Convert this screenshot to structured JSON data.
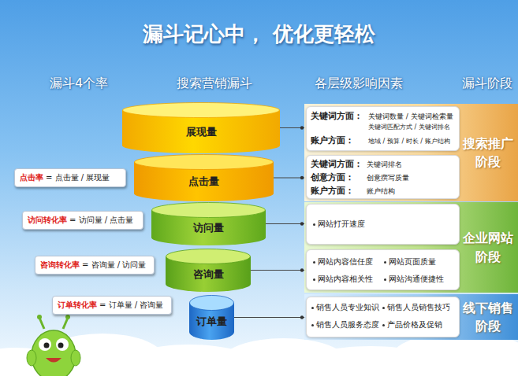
{
  "diagram": {
    "title": "漏斗记心中， 优化更轻松",
    "nodes": [
      {
        "text": [
          "展现量"
        ]
      },
      {
        "text": [
          "点击量"
        ]
      },
      {
        "text": [
          "访问量"
        ]
      },
      {
        "text": [
          "咨询量"
        ]
      },
      {
        "text": [
          "订单量"
        ]
      },
      {
        "text": [
          "点击率",
          "= 点击量 / 展现量"
        ]
      },
      {
        "text": [
          "访问转化率",
          "= 访问量 / 点击量"
        ]
      },
      {
        "text": [
          "咨询转化率",
          "= 咨询量 / 访问量"
        ]
      },
      {
        "text": [
          "订单转化率",
          "= 订单量 / 咨询量"
        ]
      },
      {
        "text": [
          "搜索推广 阶段"
        ]
      },
      {
        "text": [
          "关键词方面：",
          "关键词数量 / 关键词检索量",
          "关键词匹配方式 / 关键词排名",
          "账户方面：",
          "地域 / 预算 / 时长 / 账户结构"
        ],
        "in": 9
      },
      {
        "text": [
          "关键词方面：",
          "关键词排名",
          "创意方面：",
          "创意撰写质量",
          "账户方面：",
          "账户结构"
        ],
        "in": 9
      },
      {
        "text": [
          "企业网站 阶段"
        ]
      },
      {
        "text": [
          "网站打开速度"
        ],
        "in": 12
      },
      {
        "text": [
          "网站内容信任度",
          "网站页面质量",
          "网站内容相关性",
          "网站沟通便捷性"
        ],
        "in": 12
      },
      {
        "text": [
          "线下销售 阶段"
        ]
      },
      {
        "text": [
          "销售人员专业知识",
          "销售人员销售技巧",
          "销售人员服务态度",
          "产品价格及促销"
        ],
        "in": 15
      }
    ],
    "edges": [
      {
        "from": 0,
        "to": 10,
        "arrow": "none"
      },
      {
        "from": 1,
        "to": 11,
        "arrow": "none"
      },
      {
        "from": 2,
        "to": 13,
        "arrow": "none"
      },
      {
        "from": 3,
        "to": 14,
        "arrow": "none"
      },
      {
        "from": 4,
        "to": 16,
        "arrow": "none"
      }
    ],
    "labels": [
      "漏斗4个率",
      "搜索营销漏斗",
      "各层级影响因素",
      "漏斗阶段"
    ]
  }
}
